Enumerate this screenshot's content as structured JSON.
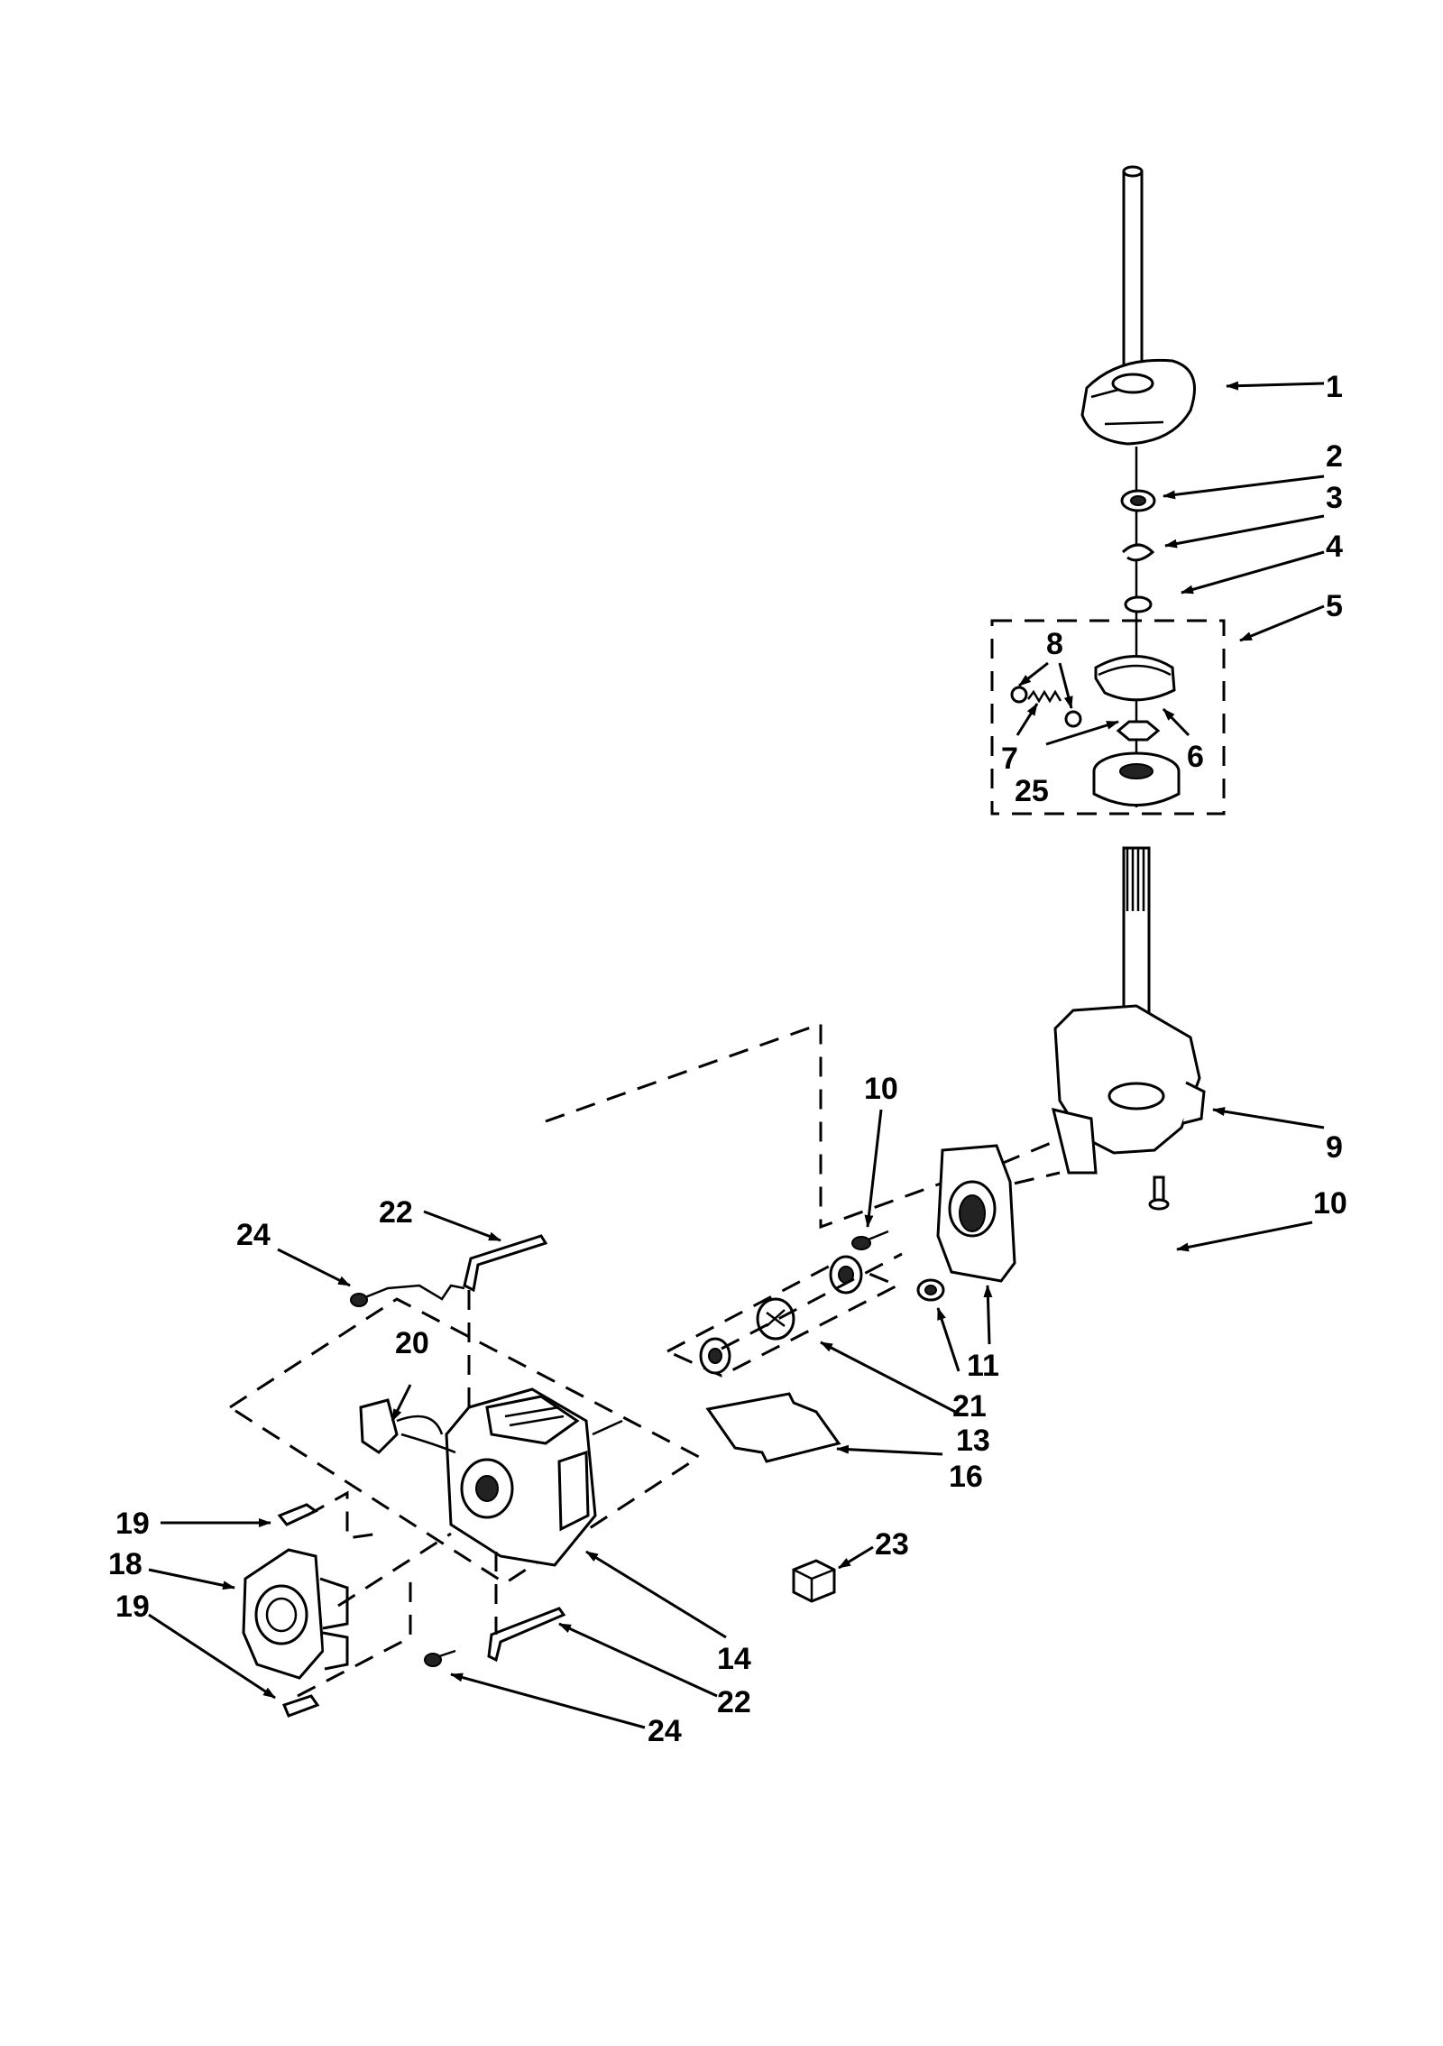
{
  "callouts": [
    {
      "id": "c1",
      "label": "1"
    },
    {
      "id": "c2",
      "label": "2"
    },
    {
      "id": "c3",
      "label": "3"
    },
    {
      "id": "c4",
      "label": "4"
    },
    {
      "id": "c5",
      "label": "5"
    },
    {
      "id": "c6",
      "label": "6"
    },
    {
      "id": "c7",
      "label": "7"
    },
    {
      "id": "c8",
      "label": "8"
    },
    {
      "id": "c25",
      "label": "25"
    },
    {
      "id": "c10a",
      "label": "10"
    },
    {
      "id": "c9",
      "label": "9"
    },
    {
      "id": "c10b",
      "label": "10"
    },
    {
      "id": "c22a",
      "label": "22"
    },
    {
      "id": "c24a",
      "label": "24"
    },
    {
      "id": "c20",
      "label": "20"
    },
    {
      "id": "c11",
      "label": "11"
    },
    {
      "id": "c21",
      "label": "21"
    },
    {
      "id": "c13",
      "label": "13"
    },
    {
      "id": "c16",
      "label": "16"
    },
    {
      "id": "c19a",
      "label": "19"
    },
    {
      "id": "c18",
      "label": "18"
    },
    {
      "id": "c19b",
      "label": "19"
    },
    {
      "id": "c23",
      "label": "23"
    },
    {
      "id": "c14",
      "label": "14"
    },
    {
      "id": "c22b",
      "label": "22"
    },
    {
      "id": "c24b",
      "label": "24"
    }
  ]
}
